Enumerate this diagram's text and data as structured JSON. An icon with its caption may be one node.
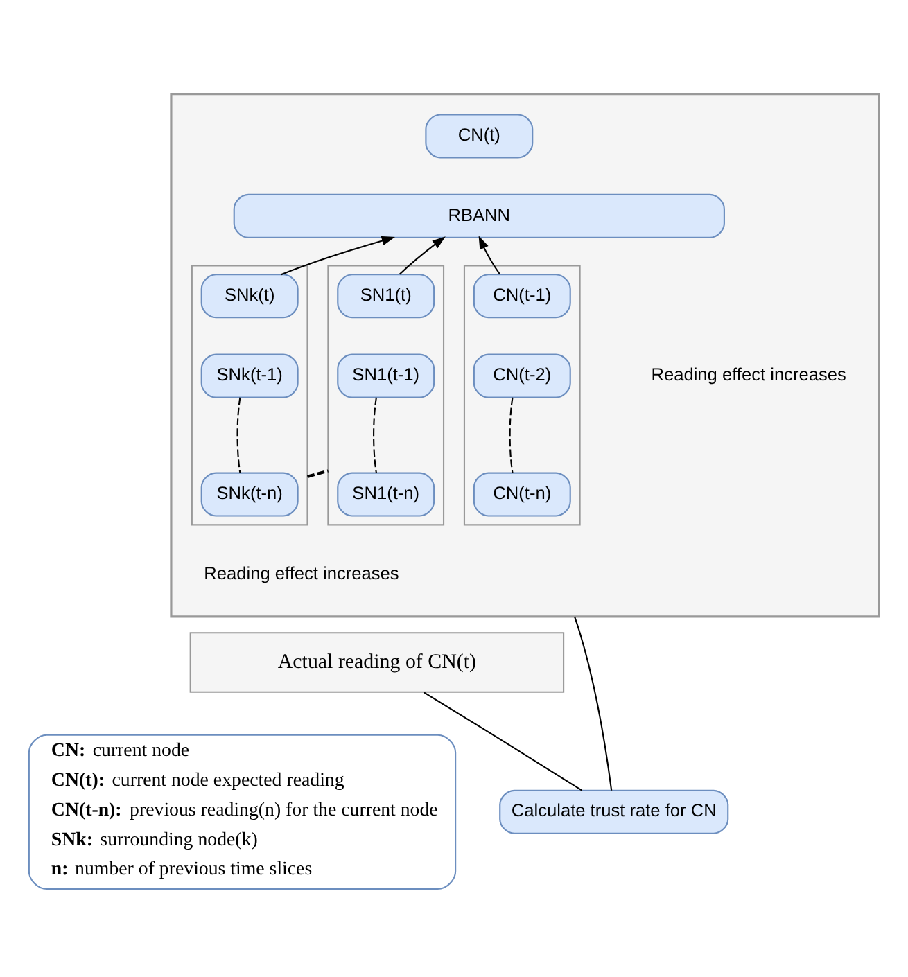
{
  "diagram": {
    "nodes": [
      {
        "text": [],
        "shape": "box"
      },
      {
        "text": [
          "CN(t)"
        ],
        "in": 0
      },
      {
        "text": [
          "RBANN"
        ],
        "in": 0
      },
      {
        "text": [],
        "shape": "box",
        "in": 0
      },
      {
        "text": [
          "SNk(t)"
        ],
        "in": 3
      },
      {
        "text": [
          "SNk(t-1)"
        ],
        "in": 3
      },
      {
        "text": [
          "SNk(t-n)"
        ],
        "in": 3
      },
      {
        "text": [],
        "shape": "box",
        "in": 0
      },
      {
        "text": [
          "SN1(t)"
        ],
        "in": 7
      },
      {
        "text": [
          "SN1(t-1)"
        ],
        "in": 7
      },
      {
        "text": [
          "SN1(t-n)"
        ],
        "in": 7
      },
      {
        "text": [],
        "shape": "box",
        "in": 0
      },
      {
        "text": [
          "CN(t-1)"
        ],
        "in": 11
      },
      {
        "text": [
          "CN(t-2)"
        ],
        "in": 11
      },
      {
        "text": [
          "CN(t-n)"
        ],
        "in": 11
      },
      {
        "text": [
          "Actual reading of CN(t)"
        ]
      },
      {
        "text": [
          "Calculate trust rate for CN"
        ]
      }
    ],
    "edges": [
      {
        "from": 4,
        "to": 2,
        "arrow": "to"
      },
      {
        "from": 8,
        "to": 2,
        "arrow": "to"
      },
      {
        "from": 12,
        "to": 2,
        "arrow": "to"
      },
      {
        "from": 5,
        "to": 6,
        "arrow": "none",
        "style": "dashed"
      },
      {
        "from": 9,
        "to": 10,
        "arrow": "none",
        "style": "dashed"
      },
      {
        "from": 13,
        "to": 14,
        "arrow": "none",
        "style": "dashed"
      },
      {
        "from": 3,
        "to": 7,
        "arrow": "none",
        "style": "dashed"
      },
      {
        "from": 0,
        "to": 16,
        "arrow": "none"
      },
      {
        "from": 15,
        "to": 16,
        "arrow": "none"
      }
    ],
    "labels": [
      "Reading effect increases",
      "Reading effect increases"
    ],
    "legend": [
      {
        "text": "**CN:** current node"
      },
      {
        "text": "**CN(t):** current node expected reading"
      },
      {
        "text": "**CN(t-n):** previous reading(n) for the current node"
      },
      {
        "text": "**SNk:** surrounding node(k)"
      },
      {
        "text": "**n:** number of previous time slices"
      }
    ]
  }
}
